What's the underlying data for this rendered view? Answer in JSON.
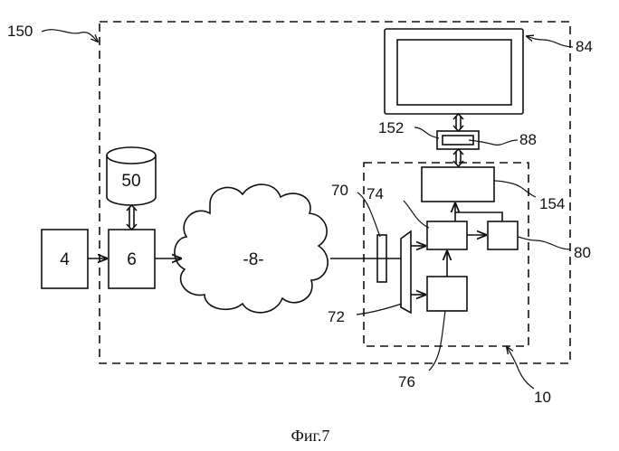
{
  "caption": "Фиг.7",
  "labels": {
    "sys150": "150",
    "display84": "84",
    "conn152": "152",
    "conn88": "88",
    "box154": "154",
    "box74": "74",
    "conn70": "70",
    "box80": "80",
    "conn72": "72",
    "box76": "76",
    "sub10": "10"
  },
  "blocks": {
    "source": "4",
    "server": "6",
    "database": "50",
    "network": "-8-"
  }
}
